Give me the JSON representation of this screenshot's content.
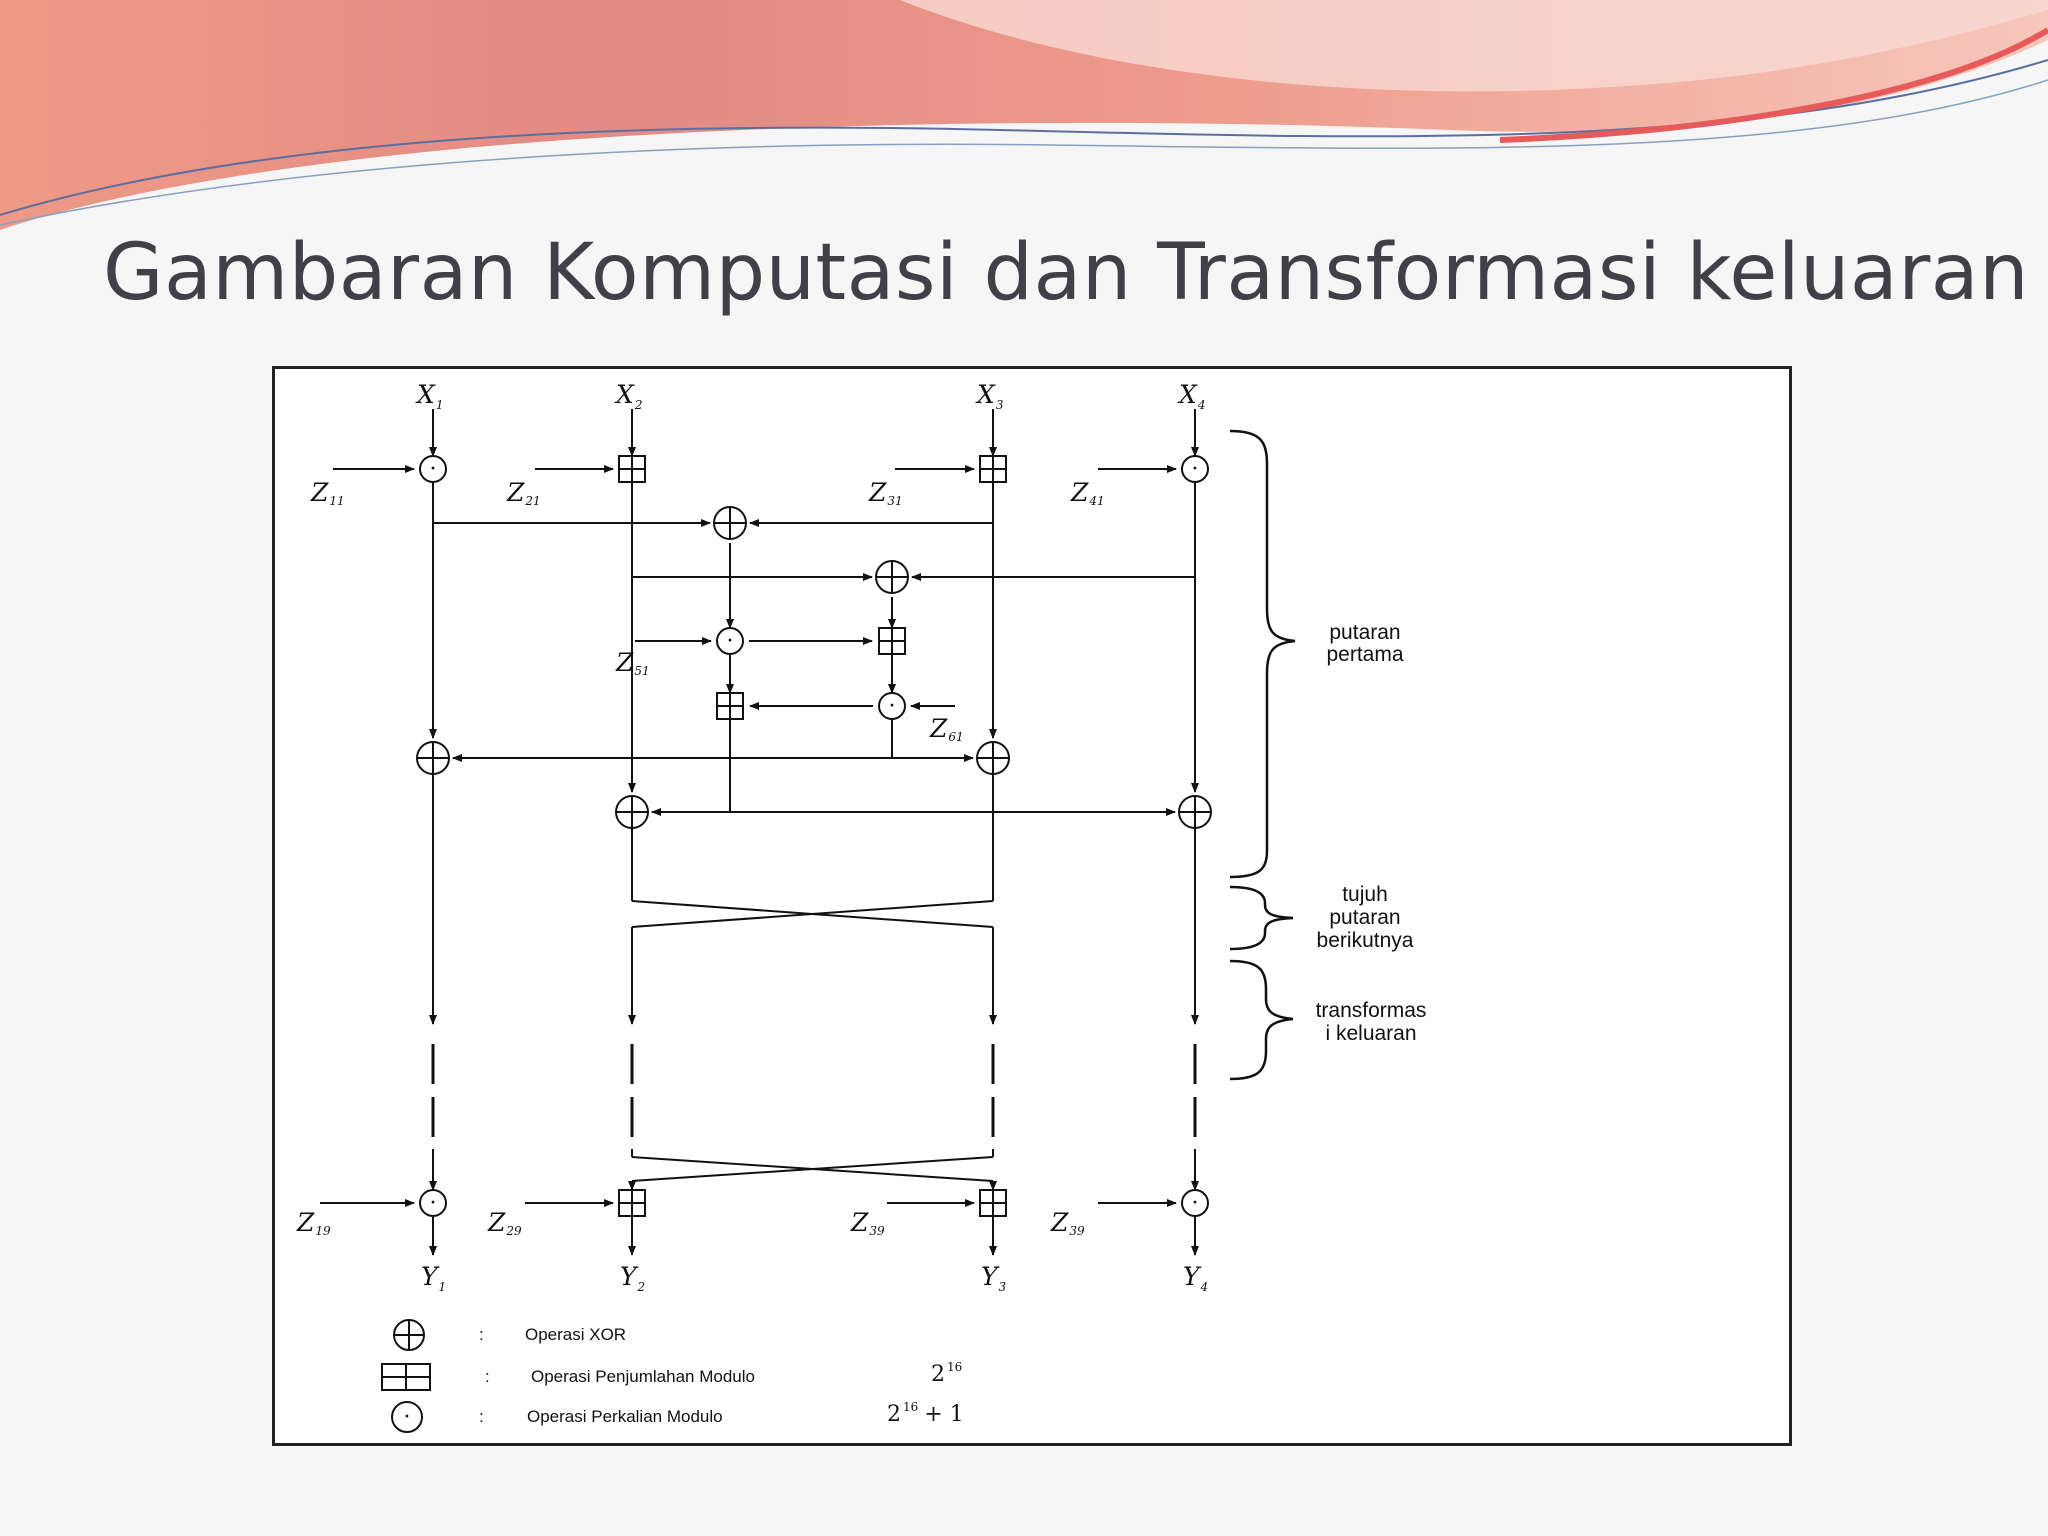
{
  "slide": {
    "title": "Gambaran Komputasi dan Transformasi keluaran"
  },
  "diagram": {
    "inputs": [
      {
        "var": "X",
        "sub": "1"
      },
      {
        "var": "X",
        "sub": "2"
      },
      {
        "var": "X",
        "sub": "3"
      },
      {
        "var": "X",
        "sub": "4"
      }
    ],
    "outputs": [
      {
        "var": "Y",
        "sub": "1"
      },
      {
        "var": "Y",
        "sub": "2"
      },
      {
        "var": "Y",
        "sub": "3"
      },
      {
        "var": "Y",
        "sub": "4"
      }
    ],
    "round_keys": [
      {
        "var": "Z",
        "sub": "11"
      },
      {
        "var": "Z",
        "sub": "21"
      },
      {
        "var": "Z",
        "sub": "31"
      },
      {
        "var": "Z",
        "sub": "41"
      },
      {
        "var": "Z",
        "sub": "51"
      },
      {
        "var": "Z",
        "sub": "61"
      }
    ],
    "output_keys": [
      {
        "var": "Z",
        "sub": "19"
      },
      {
        "var": "Z",
        "sub": "29"
      },
      {
        "var": "Z",
        "sub": "39"
      },
      {
        "var": "Z",
        "sub": "39"
      }
    ],
    "braces": {
      "first_round": [
        "putaran",
        "pertama"
      ],
      "next_rounds": [
        "tujuh",
        "putaran",
        "berikutnya"
      ],
      "output_transform": [
        "transformas",
        "i keluaran"
      ]
    },
    "operation_symbol": "·",
    "legend": {
      "separator": ":",
      "xor": "Operasi XOR",
      "add": "Operasi Penjumlahan Modulo",
      "add_base": "2",
      "add_exp": "16",
      "mul": "Operasi Perkalian Modulo",
      "mul_base": "2",
      "mul_exp": "16",
      "mul_tail": "+ 1"
    }
  },
  "colors": {
    "wave_dark": "#e07a7c",
    "wave_light": "#f1a58e",
    "line": "#111111",
    "title_text": "#404047"
  }
}
